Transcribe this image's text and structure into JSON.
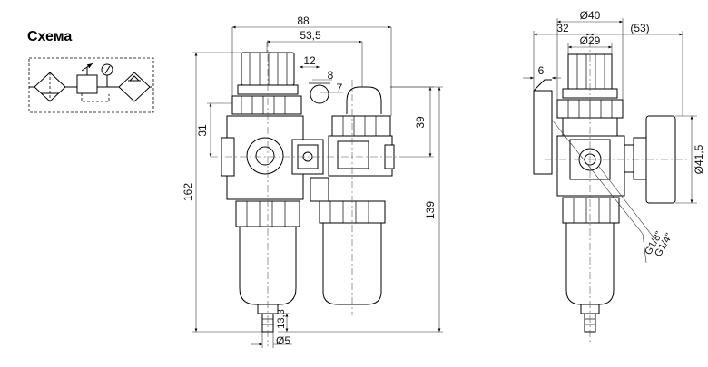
{
  "scheme": {
    "title": "Схема"
  },
  "front_view": {
    "dimensions": {
      "overall_width": "88",
      "regulator_to_lubricator": "53,5",
      "dim_12": "12",
      "dim_8": "8",
      "dim_7": "7",
      "dim_31": "31",
      "dim_39": "39",
      "overall_height": "162",
      "lubricator_height": "139",
      "drain_length": "13,3",
      "drain_diameter": "Ø5"
    }
  },
  "side_view": {
    "dimensions": {
      "diameter_40": "Ø40",
      "dim_32": "32",
      "dim_53": "(53)",
      "diameter_29": "Ø29",
      "dim_6": "6",
      "gauge_diameter": "Ø41,5",
      "port_thread_1": "G1/8\"",
      "port_thread_2": "G1/4\""
    }
  }
}
